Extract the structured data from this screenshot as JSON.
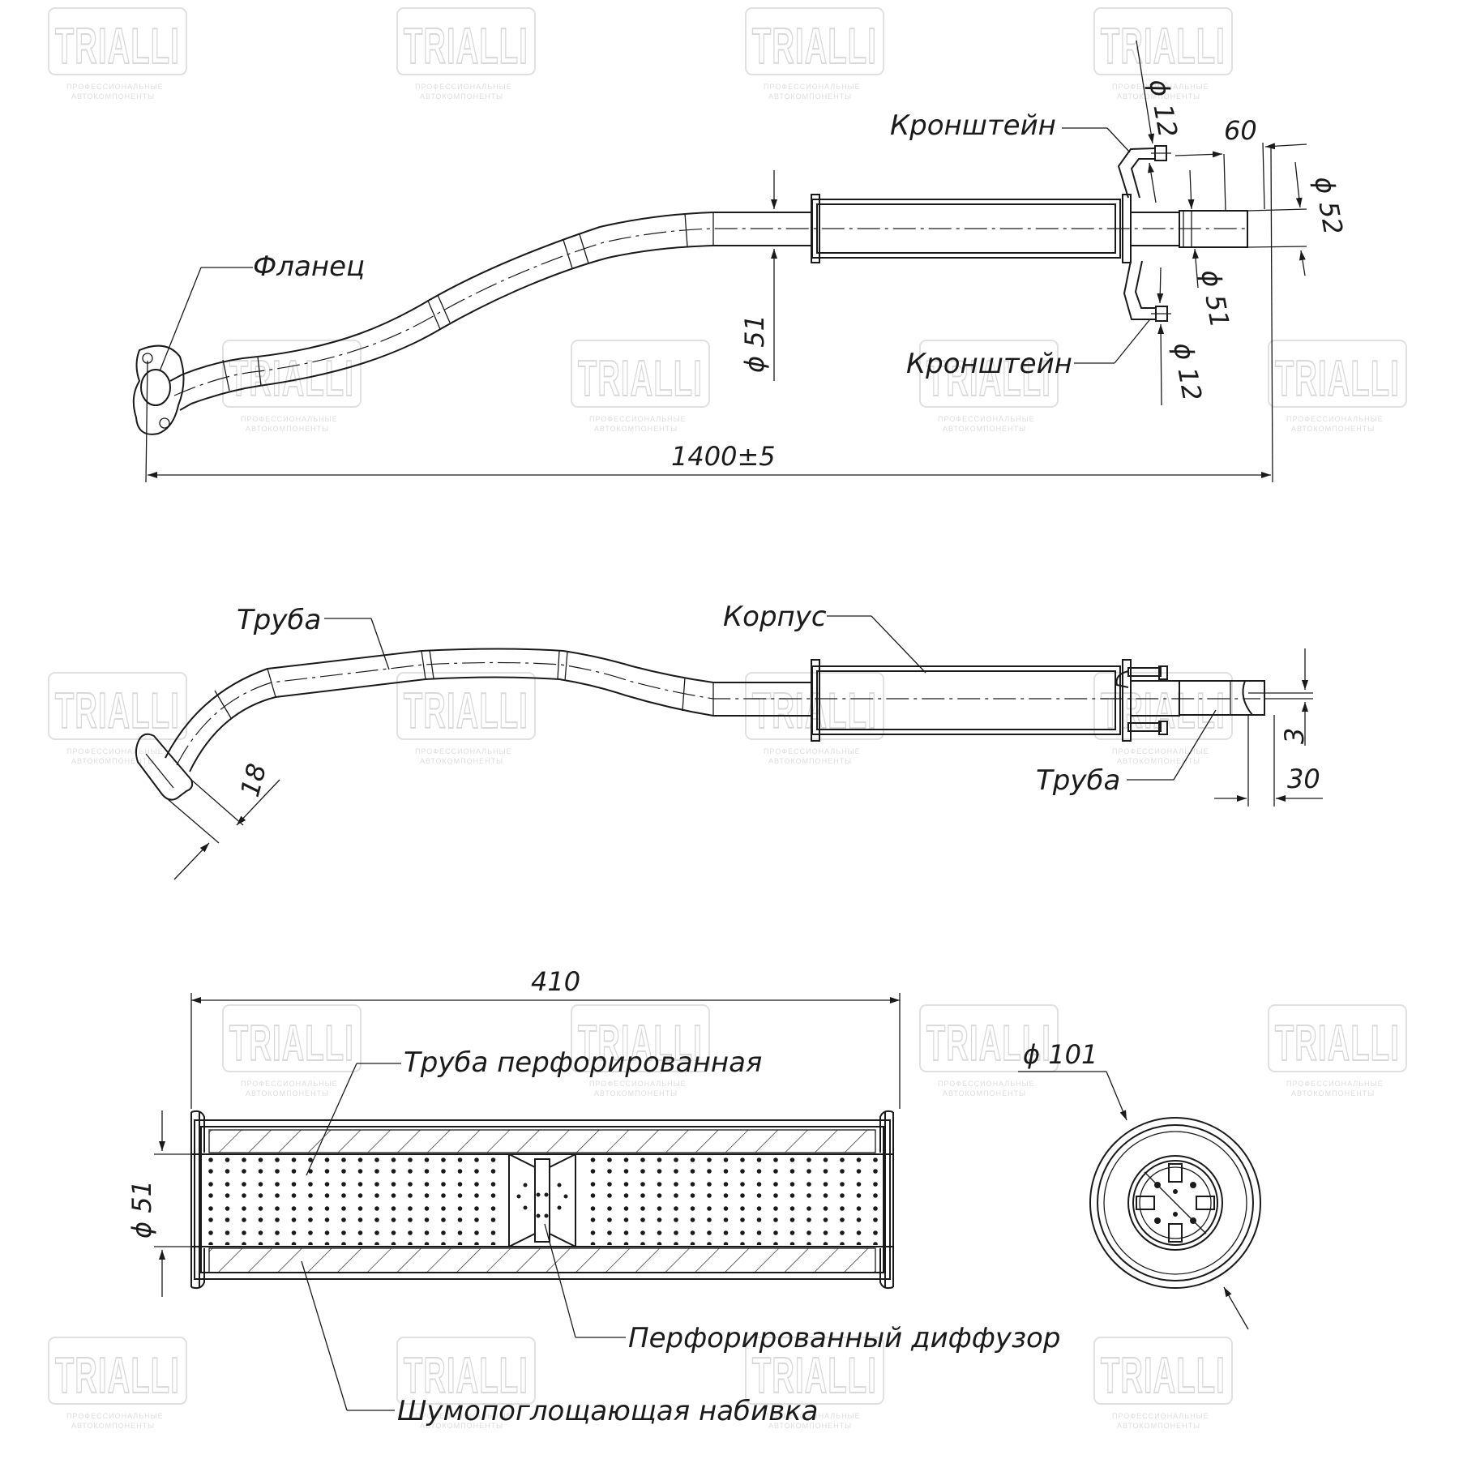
{
  "watermark": {
    "brand": "TRIALLI",
    "tagline_1": "ПРОФЕССИОНАЛЬНЫЕ",
    "tagline_2": "АВТОКОМПОНЕНТЫ"
  },
  "top_view": {
    "label_flange": "Фланец",
    "label_bracket_top": "Кронштейн",
    "label_bracket_bottom": "Кронштейн",
    "dim_pipe_diameter_left": "ϕ 51",
    "dim_bracket_top": "ϕ 12",
    "dim_bracket_bottom": "ϕ 12",
    "dim_outlet_length": "60",
    "dim_outlet_diameter": "ϕ 52",
    "dim_pipe_diameter_right": "ϕ 51",
    "dim_total_length": "1400±5"
  },
  "side_view": {
    "label_pipe_front": "Труба",
    "label_body": "Корпус",
    "label_pipe_rear": "Труба",
    "dim_flange_offset": "18",
    "dim_outlet_offset": "3",
    "dim_outlet_cut": "30"
  },
  "section_view": {
    "dim_body_length": "410",
    "dim_inner_diameter": "ϕ 51",
    "dim_outer_diameter": "ϕ 101",
    "label_perforated_pipe": "Труба перфорированная",
    "label_diffuser": "Перфорированный диффузор",
    "label_packing": "Шумопоглощающая набивка"
  }
}
